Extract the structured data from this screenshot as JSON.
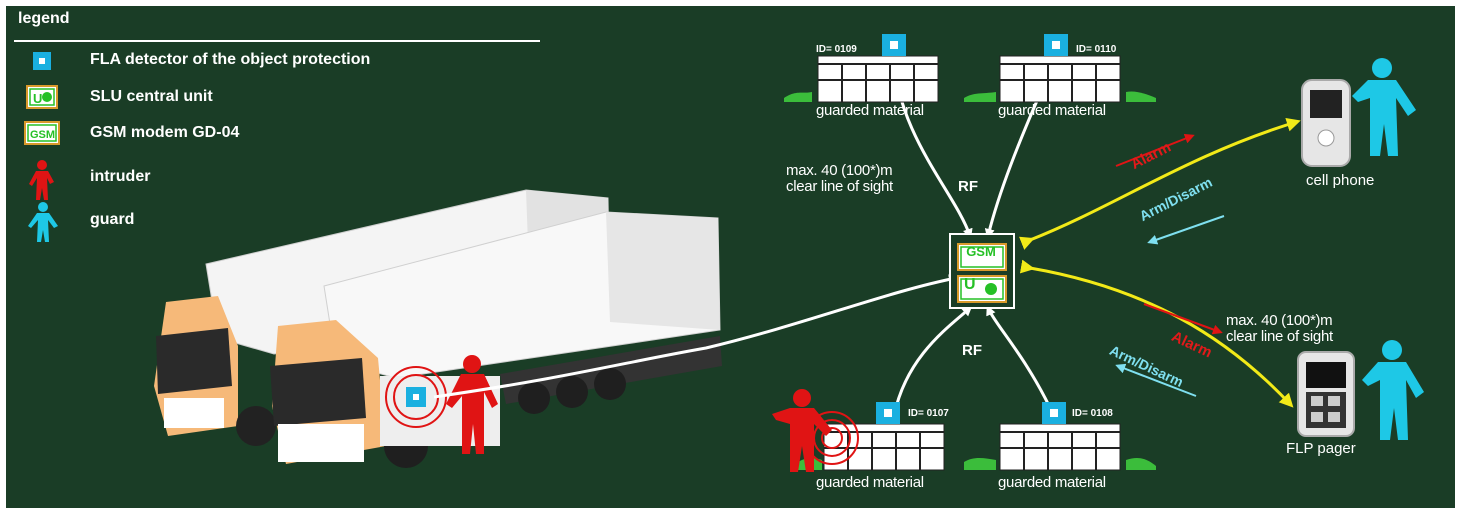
{
  "legend": {
    "title": "legend",
    "items": [
      {
        "icon": "detector-icon",
        "label": "FLA detector of the object protection"
      },
      {
        "icon": "central-unit-icon",
        "label": "SLU central unit",
        "badge": "U"
      },
      {
        "icon": "gsm-modem-icon",
        "label": "GSM modem GD-04",
        "badge": "GSM"
      },
      {
        "icon": "intruder-icon",
        "label": "intruder"
      },
      {
        "icon": "guard-icon",
        "label": "guard"
      }
    ]
  },
  "hub": {
    "gsm_label": "GSM",
    "unit_label": "U"
  },
  "materials": [
    {
      "id": "ID= 0109",
      "label": "guarded material"
    },
    {
      "id": "ID= 0110",
      "label": "guarded material"
    },
    {
      "id": "ID= 0107",
      "label": "guarded material"
    },
    {
      "id": "ID= 0108",
      "label": "guarded material"
    }
  ],
  "range_top": {
    "line1": "max. 40 (100*)m",
    "line2": "clear line of sight"
  },
  "range_right": {
    "line1": "max. 40 (100*)m",
    "line2": "clear line of sight"
  },
  "rf_labels": [
    "RF",
    "RF"
  ],
  "phone_link": {
    "alarm": "Alarm",
    "arm": "Arm/Disarm",
    "device": "cell phone"
  },
  "pager_link": {
    "alarm": "Alarm",
    "arm": "Arm/Disarm",
    "device": "FLP pager"
  },
  "colors": {
    "background": "#1a3d26",
    "detector": "#1ab0e0",
    "intruder": "#e01414",
    "guard": "#1ec8e6",
    "alarm_arrow": "#e01414",
    "arm_arrow": "#7fe0f0",
    "gsm_link": "#f2ea18",
    "rf_link": "#ffffff",
    "unit_border": "#d99a2b",
    "unit_green": "#26c026"
  }
}
